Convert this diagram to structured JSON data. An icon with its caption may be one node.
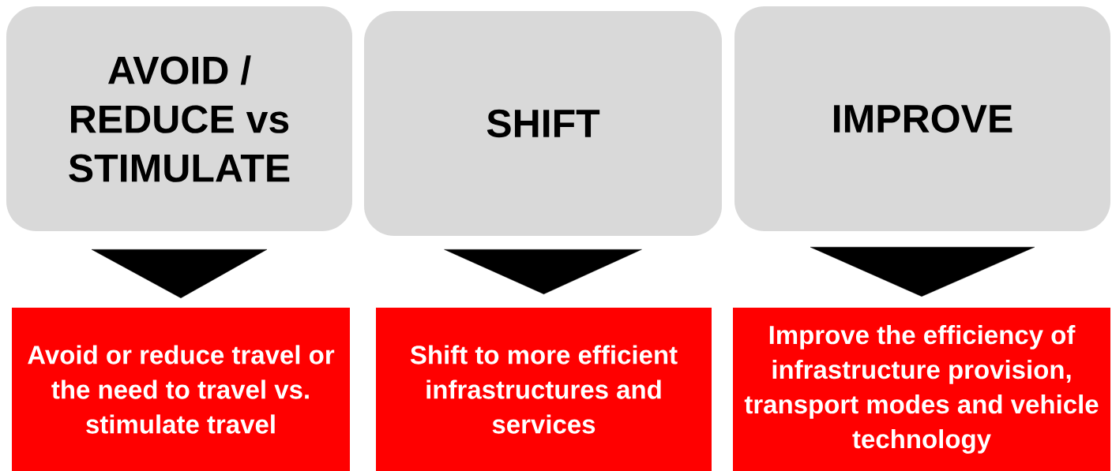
{
  "diagram": {
    "nodes": [
      {
        "text": [
          "AVOID / REDUCE vs STIMULATE"
        ]
      },
      {
        "text": [
          "SHIFT"
        ]
      },
      {
        "text": [
          "IMPROVE"
        ]
      },
      {
        "text": [
          "Avoid or reduce travel or the need to travel vs. stimulate travel"
        ]
      },
      {
        "text": [
          "Shift to more efficient infrastructures and services"
        ]
      },
      {
        "text": [
          "Improve the efficiency of infrastructure provision, transport modes and vehicle technology"
        ]
      }
    ],
    "edges": [
      {
        "from": 0,
        "to": 3,
        "arrow": "to"
      },
      {
        "from": 1,
        "to": 4,
        "arrow": "to"
      },
      {
        "from": 2,
        "to": 5,
        "arrow": "to"
      }
    ]
  }
}
